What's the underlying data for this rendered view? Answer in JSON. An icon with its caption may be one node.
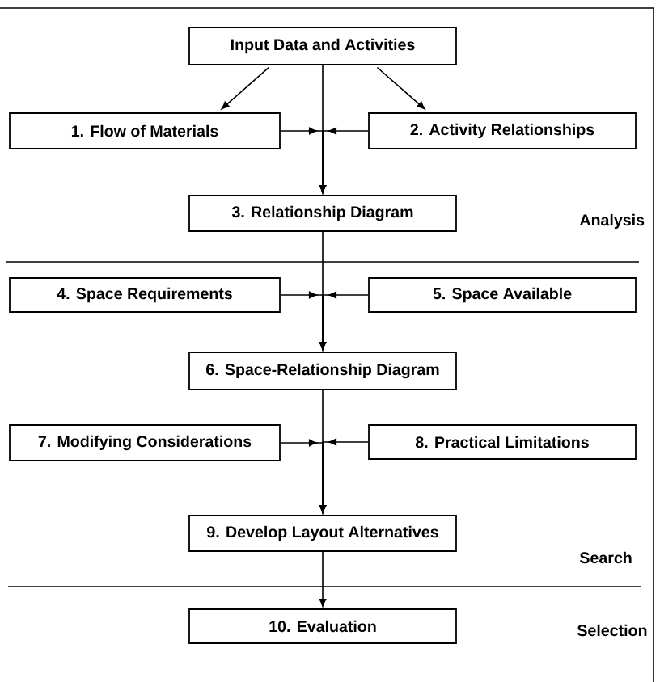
{
  "diagram": {
    "nodes": [
      {
        "text": [
          "Input Data and Activities"
        ]
      },
      {
        "text": [
          "1. Flow of Materials"
        ]
      },
      {
        "text": [
          "2. Activity Relationships"
        ]
      },
      {
        "text": [
          "3. Relationship Diagram"
        ]
      },
      {
        "text": [
          "4. Space Requirements"
        ]
      },
      {
        "text": [
          "5. Space Available"
        ]
      },
      {
        "text": [
          "6. Space-Relationship Diagram"
        ]
      },
      {
        "text": [
          "7. Modifying Considerations"
        ]
      },
      {
        "text": [
          "8. Practical Limitations"
        ]
      },
      {
        "text": [
          "9. Develop Layout Alternatives"
        ]
      },
      {
        "text": [
          "10. Evaluation"
        ]
      }
    ],
    "edges": [
      {
        "from": 0,
        "to": 1,
        "arrow": "to"
      },
      {
        "from": 0,
        "to": 2,
        "arrow": "to"
      },
      {
        "from": 0,
        "to": 3,
        "arrow": "to"
      },
      {
        "from": 1,
        "to": 3,
        "arrow": "to"
      },
      {
        "from": 2,
        "to": 3,
        "arrow": "to"
      },
      {
        "from": 3,
        "to": 6,
        "arrow": "to"
      },
      {
        "from": 4,
        "to": 6,
        "arrow": "to"
      },
      {
        "from": 5,
        "to": 6,
        "arrow": "to"
      },
      {
        "from": 6,
        "to": 9,
        "arrow": "to"
      },
      {
        "from": 7,
        "to": 9,
        "arrow": "to"
      },
      {
        "from": 8,
        "to": 9,
        "arrow": "to"
      },
      {
        "from": 9,
        "to": 10,
        "arrow": "to"
      }
    ],
    "labels": [
      "Analysis",
      "Search",
      "Selection"
    ]
  }
}
